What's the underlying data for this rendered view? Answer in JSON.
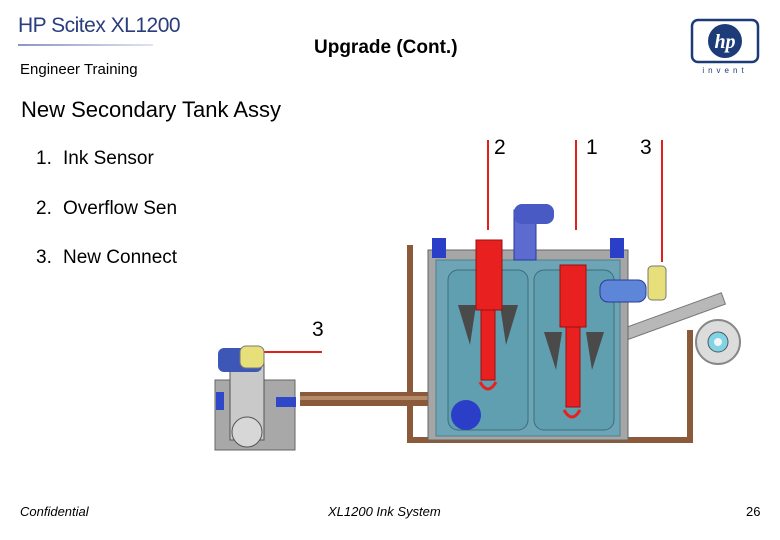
{
  "header": {
    "brand": "HP Scitex XL1200",
    "course": "Engineer Training",
    "title": "Upgrade (Cont.)",
    "logo": {
      "icon": "hp-invent-logo",
      "mark": "hp",
      "tagline": "invent"
    }
  },
  "slide": {
    "section_title": "New Secondary Tank Assy",
    "items": [
      {
        "num": "1.",
        "label": "Ink Sensor"
      },
      {
        "num": "2.",
        "label": "Overflow Sen"
      },
      {
        "num": "3.",
        "label": "New Connect"
      }
    ],
    "callouts": [
      "2",
      "1",
      "3",
      "3"
    ],
    "diagram_icon": "secondary-tank-assembly-illustration"
  },
  "footer": {
    "left": "Confidential",
    "center": "XL1200 Ink System",
    "page": "26"
  },
  "colors": {
    "brand": "#2a3d7c",
    "leader_lines": "#e0201b",
    "tank_body": "#5f9fb0",
    "sensor": "#e82020",
    "pipe": "#8a5a3a"
  }
}
